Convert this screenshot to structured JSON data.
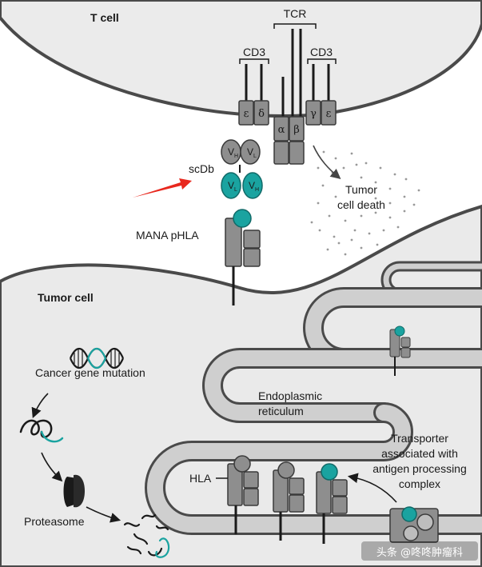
{
  "labels": {
    "t_cell": "T cell",
    "tcr": "TCR",
    "cd3_left": "CD3",
    "cd3_right": "CD3",
    "scdb": "scDb",
    "tumor_death_line1": "Tumor",
    "tumor_death_line2": "cell death",
    "mana_phla": "MANA pHLA",
    "tumor_cell": "Tumor cell",
    "cancer_gene_mutation": "Cancer gene mutation",
    "proteasome": "Proteasome",
    "er_line1": "Endoplasmic",
    "er_line2": "reticulum",
    "hla": "HLA",
    "tap_line1": "Transporter",
    "tap_line2": "associated with",
    "tap_line3": "antigen processing",
    "tap_line4": "complex"
  },
  "cd3_subunits": {
    "left_a": "ε",
    "left_b": "δ",
    "right_a": "γ",
    "right_b": "ε"
  },
  "tcr_chains": {
    "alpha": "α",
    "beta": "β"
  },
  "scdb_domains": {
    "top_left": "V",
    "top_left_sub": "H",
    "top_right": "V",
    "top_right_sub": "L",
    "bottom_left": "V",
    "bottom_left_sub": "L",
    "bottom_right": "V",
    "bottom_right_sub": "H"
  },
  "watermark": "头条 @咚咚肿瘤科",
  "colors": {
    "teal": "#1aa3a0",
    "protein_gray": "#8e8e8e",
    "protein_stroke": "#3a3a3a",
    "cell_fill": "#eaeaea",
    "arrow_red": "#e8281e"
  }
}
